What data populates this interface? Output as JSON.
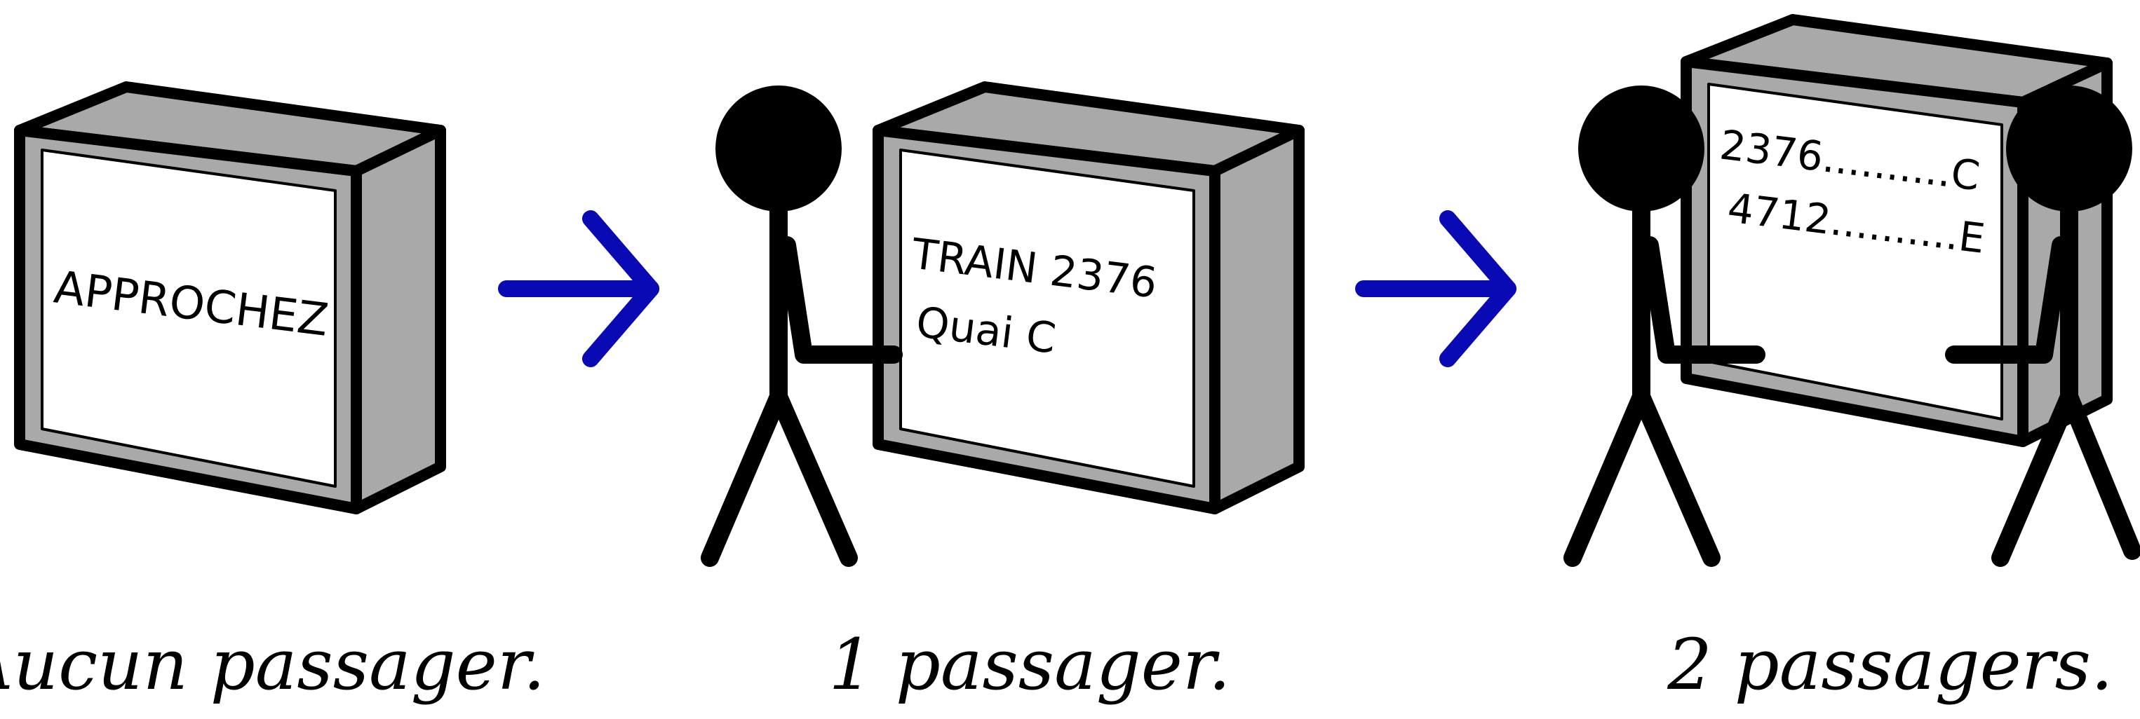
{
  "panels": [
    {
      "screen_lines": [
        "APPROCHEZ"
      ],
      "caption": "Aucun passager."
    },
    {
      "screen_lines": [
        "TRAIN 2376",
        "Quai C"
      ],
      "caption": "1 passager."
    },
    {
      "screen_lines": [
        "2376..........C",
        "4712..........E"
      ],
      "caption": "2 passagers."
    }
  ],
  "colors": {
    "arrow": "#0a0ab4",
    "cabinet_side": "#a9a9a9",
    "screen": "#ffffff",
    "outline": "#000000"
  },
  "icons": [
    "arrow-right-icon",
    "person-icon"
  ]
}
